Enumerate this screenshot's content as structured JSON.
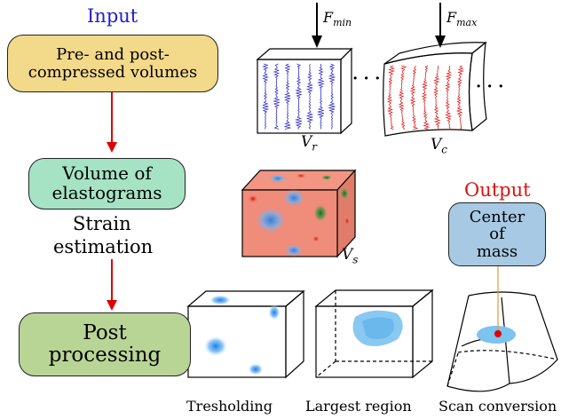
{
  "input_title": "Input",
  "input_box": "Pre- and post-compressed volumes",
  "elastogram_box": "Volume of elastograms",
  "strain_line1": "Strain",
  "strain_line2": "estimation",
  "post_box_line1": "Post",
  "post_box_line2": "processing",
  "output_title": "Output",
  "center_box_line1": "Center",
  "center_box_line2": "of",
  "center_box_line2b": "mass",
  "force_min": "F",
  "force_min_sub": "min",
  "force_max": "F",
  "force_max_sub": "max",
  "vol_r": "V",
  "vol_r_sub": "r",
  "vol_c": "V",
  "vol_c_sub": "c",
  "vol_s": "V",
  "vol_s_sub": "s",
  "ellipsis": "· · ·",
  "caption_threshold": "Tresholding",
  "caption_largest": "Largest region",
  "caption_scan": "Scan conversion",
  "colors": {
    "input_title": "#2020d0",
    "output_title": "#e01010",
    "input_box": "#f3d98a",
    "elastogram_box": "#a5e3c4",
    "post_box": "#b9d596",
    "center_box": "#a7c9e4",
    "arrow": "#e00000",
    "strain_face": "#f08c7a"
  }
}
